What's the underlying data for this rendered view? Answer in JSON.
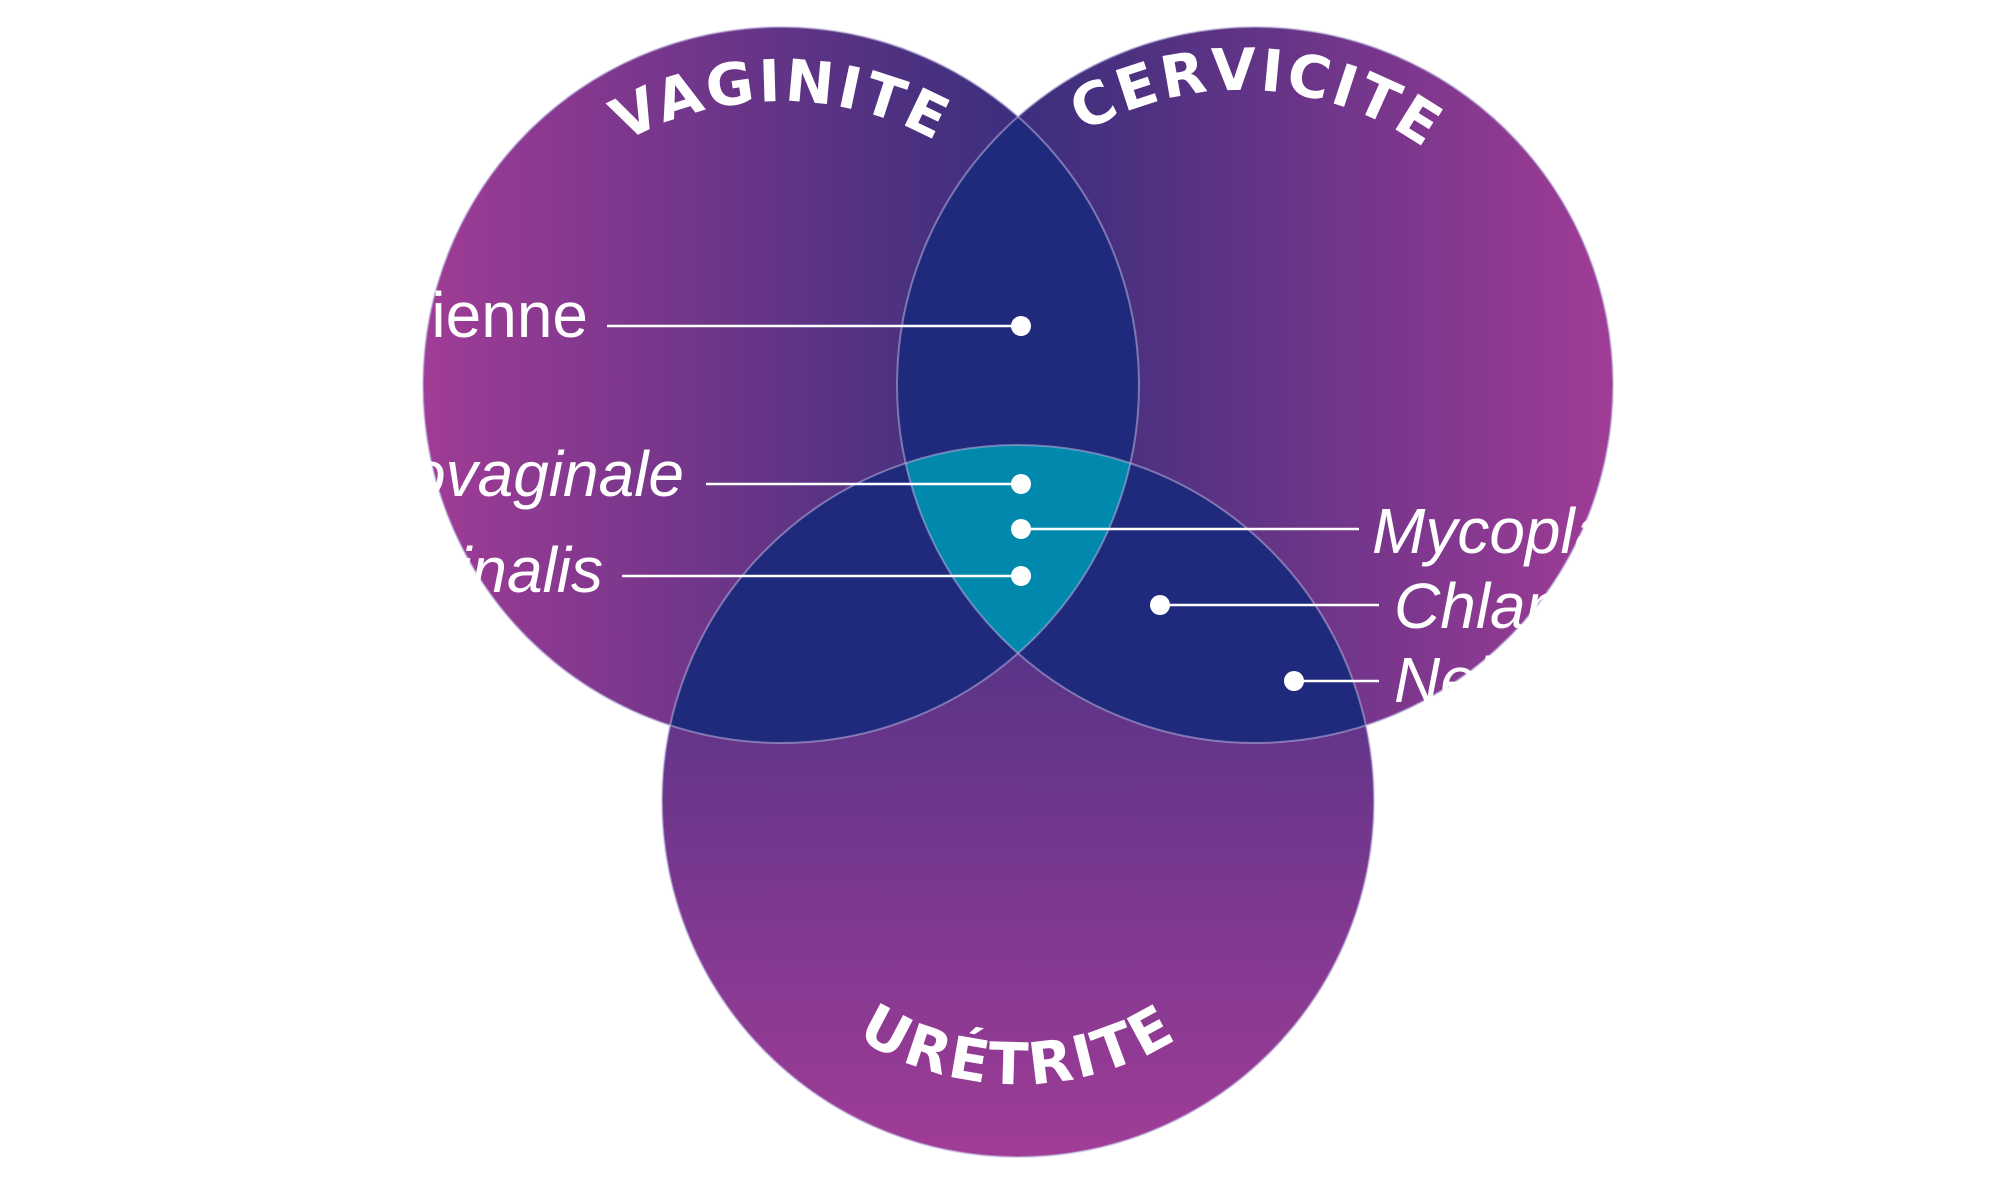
{
  "diagram": {
    "circles": [
      {
        "id": "vaginite",
        "label": "VAGINITE"
      },
      {
        "id": "cervicite",
        "label": "CERVICITE"
      },
      {
        "id": "uretrite",
        "label": "URÉTRITE"
      }
    ],
    "callouts": [
      {
        "id": "vaginose",
        "text": "rienne",
        "italic": false
      },
      {
        "id": "candidose",
        "text": "ovaginale",
        "italic": true
      },
      {
        "id": "trichomonas",
        "text": "inalis",
        "italic": true
      },
      {
        "id": "mycoplasma",
        "text": "Mycopla",
        "italic": true
      },
      {
        "id": "chlamydia",
        "text": "Chlam",
        "italic": true
      },
      {
        "id": "neisseria",
        "text": "Nei",
        "italic": true
      }
    ]
  },
  "colors": {
    "outer_magenta": "#a03c96",
    "outer_indigo": "#47307f",
    "pair_overlap": "#1f2a7c",
    "triple_overlap": "#0089ad",
    "text": "#ffffff",
    "background": "#ffffff"
  }
}
